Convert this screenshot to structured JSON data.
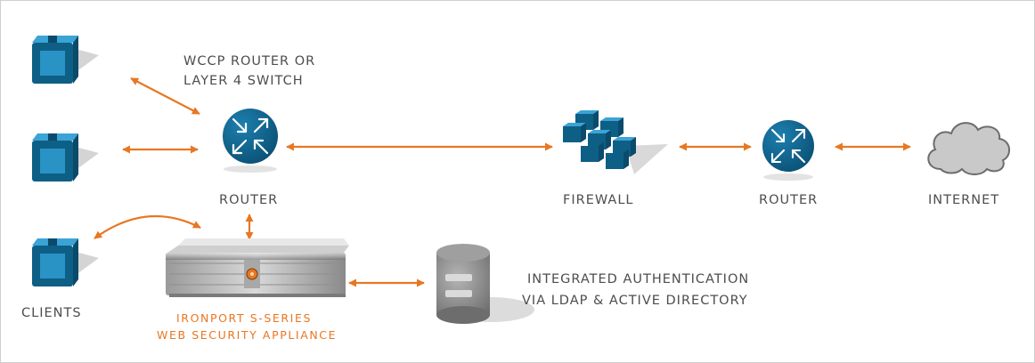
{
  "colors": {
    "accent": "#e87722",
    "device_blue": "#0e5f86",
    "device_blue_light": "#2a93c6",
    "label_gray": "#4d4d4d",
    "database_gray": "#7f7f7f"
  },
  "labels": {
    "wccp": [
      "WCCP ROUTER OR",
      "LAYER 4 SWITCH"
    ],
    "router_left": "ROUTER",
    "firewall": "FIREWALL",
    "router_right": "ROUTER",
    "internet": "INTERNET",
    "clients": "CLIENTS",
    "appliance": [
      "IRONPORT S-SERIES",
      "WEB SECURITY APPLIANCE"
    ],
    "auth": [
      "INTEGRATED AUTHENTICATION",
      "VIA LDAP & ACTIVE DIRECTORY"
    ]
  },
  "icons": {
    "client": "client-computer-icon",
    "router": "router-icon",
    "firewall": "firewall-icon",
    "cloud": "internet-cloud-icon",
    "appliance": "web-security-appliance-icon",
    "database": "directory-database-icon"
  }
}
